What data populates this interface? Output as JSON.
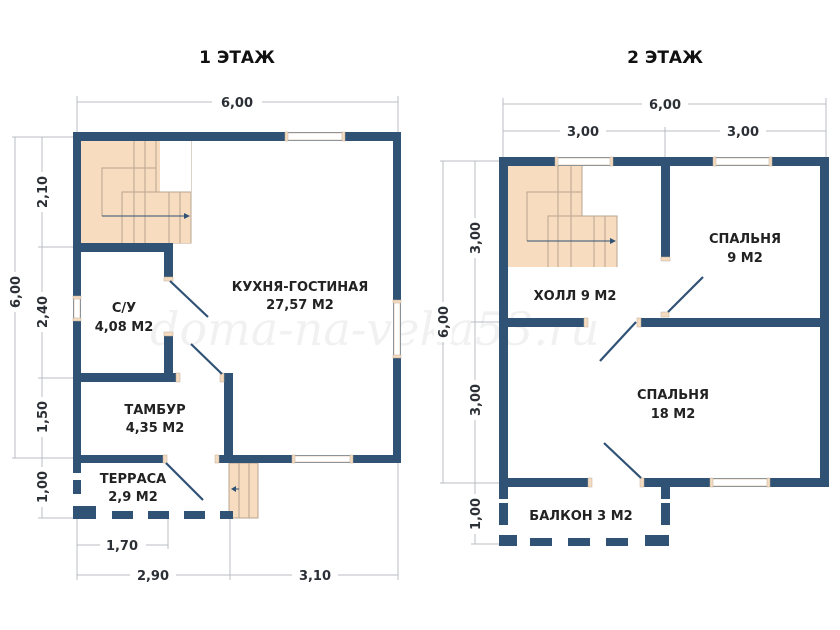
{
  "floor1": {
    "title": "1 ЭТАЖ",
    "rooms": [
      {
        "name": "КУХНЯ-ГОСТИНАЯ",
        "area": "27,57 М2"
      },
      {
        "name": "С/У",
        "area": "4,08 М2"
      },
      {
        "name": "ТАМБУР",
        "area": "4,35 М2"
      },
      {
        "name": "ТЕРРАСА",
        "area": "2,9 М2"
      }
    ],
    "dims": {
      "top": "6,00",
      "left_total": "6,00",
      "left_1": "2,10",
      "left_2": "2,40",
      "left_3": "1,50",
      "left_4": "1,00",
      "bottom_1": "1,70",
      "bottom_2": "2,90",
      "bottom_3": "3,10"
    }
  },
  "floor2": {
    "title": "2 ЭТАЖ",
    "rooms": [
      {
        "name": "СПАЛЬНЯ",
        "area": "9 М2"
      },
      {
        "label": "ХОЛЛ 9 М2"
      },
      {
        "name": "СПАЛЬНЯ",
        "area": "18 М2"
      },
      {
        "label": "БАЛКОН 3 М2"
      }
    ],
    "dims": {
      "top": "6,00",
      "top_left": "3,00",
      "top_right": "3,00",
      "left_total": "6,00",
      "left_1": "3,00",
      "left_2": "3,00",
      "left_3": "1,00"
    }
  },
  "watermark": "doma-na-veka53.ru",
  "colors": {
    "wall": "#2f5275",
    "stairs": "#f8dcc0"
  }
}
